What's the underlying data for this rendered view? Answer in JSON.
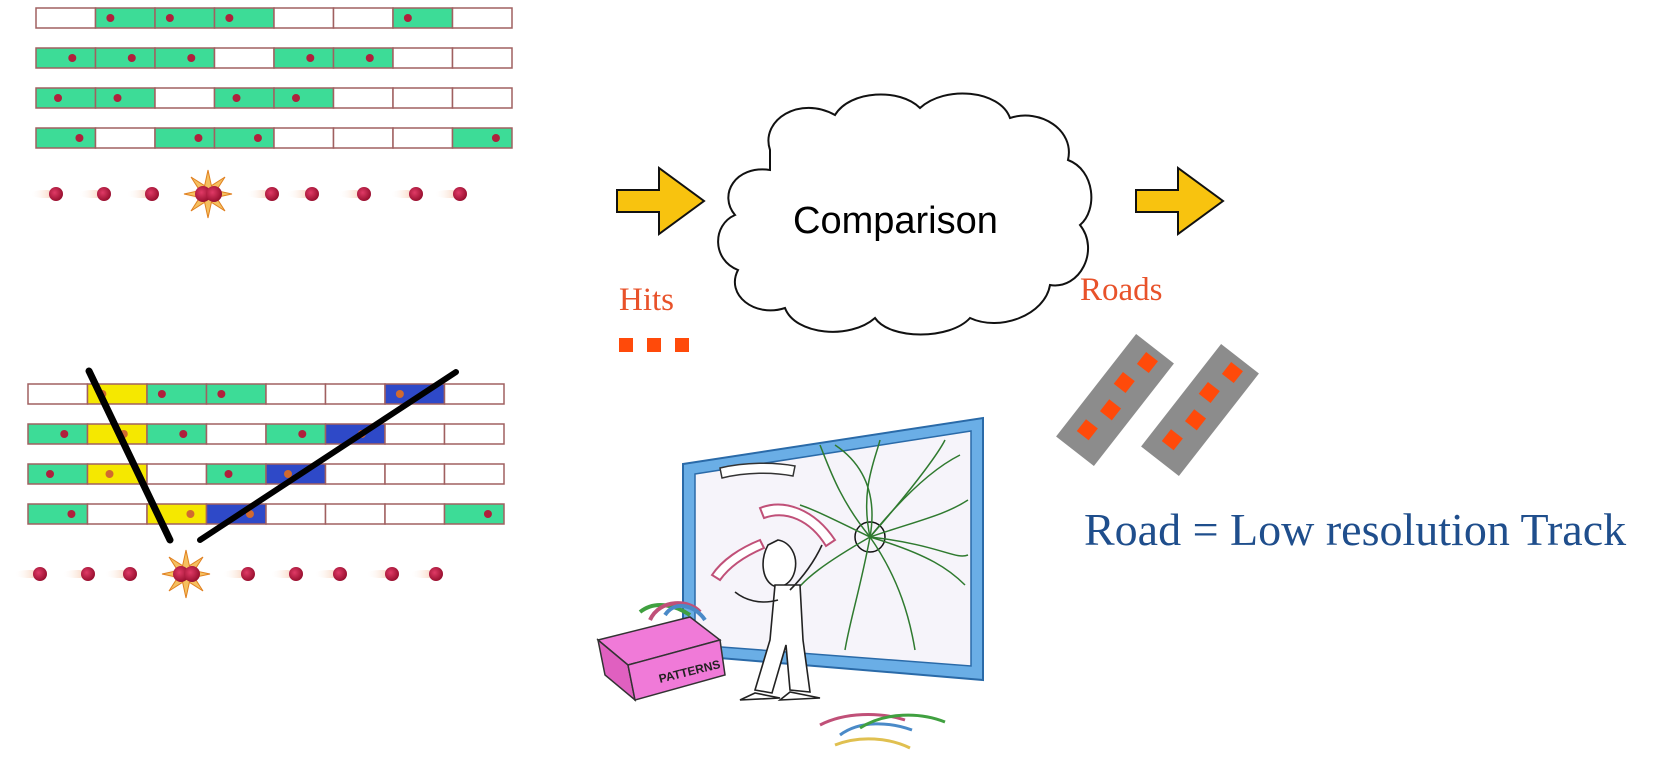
{
  "labels": {
    "comparison": "Comparison",
    "hits": "Hits",
    "roads": "Roads",
    "road_definition": "Road = Low resolution Track",
    "box_label": "PATTERNS"
  },
  "colors": {
    "hit_cell": "#3ddc97",
    "empty_cell": "#ffffff",
    "cell_border": "#a06060",
    "track_cell_yellow": "#f5e800",
    "track_cell_blue": "#2e49c8",
    "hit_dot": "#b0203c",
    "arrow_fill": "#f8c30f",
    "orange_text": "#e8522a",
    "road_gray": "#8c8c8c",
    "road_hit": "#ff4a0a",
    "definition_blue": "#1f4e8c",
    "screen_frame": "#6aaee6",
    "box_pink": "#f07ad8"
  },
  "detector_top": {
    "rows": [
      [
        0,
        1,
        1,
        1,
        0,
        0,
        1,
        0
      ],
      [
        1,
        1,
        1,
        0,
        1,
        1,
        0,
        0
      ],
      [
        1,
        1,
        0,
        1,
        1,
        0,
        0,
        0
      ],
      [
        1,
        0,
        1,
        1,
        0,
        0,
        0,
        1
      ]
    ]
  },
  "detector_bottom": {
    "rows": [
      [
        "0",
        "y",
        "g",
        "g",
        "0",
        "0",
        "b",
        "0"
      ],
      [
        "g",
        "y",
        "g",
        "0",
        "g",
        "b",
        "0",
        "0"
      ],
      [
        "g",
        "y",
        "0",
        "g",
        "b",
        "0",
        "0",
        "0"
      ],
      [
        "g",
        "0",
        "y",
        "b",
        "0",
        "0",
        "0",
        "g"
      ]
    ]
  },
  "roads": {
    "count": 2,
    "hits_per_road": 4
  },
  "icons": {
    "arrow_left": "right-arrow-icon",
    "arrow_right": "right-arrow-icon",
    "cloud": "cloud-icon",
    "physicist": "physicist-drawing-icon",
    "box": "patterns-box-icon"
  }
}
